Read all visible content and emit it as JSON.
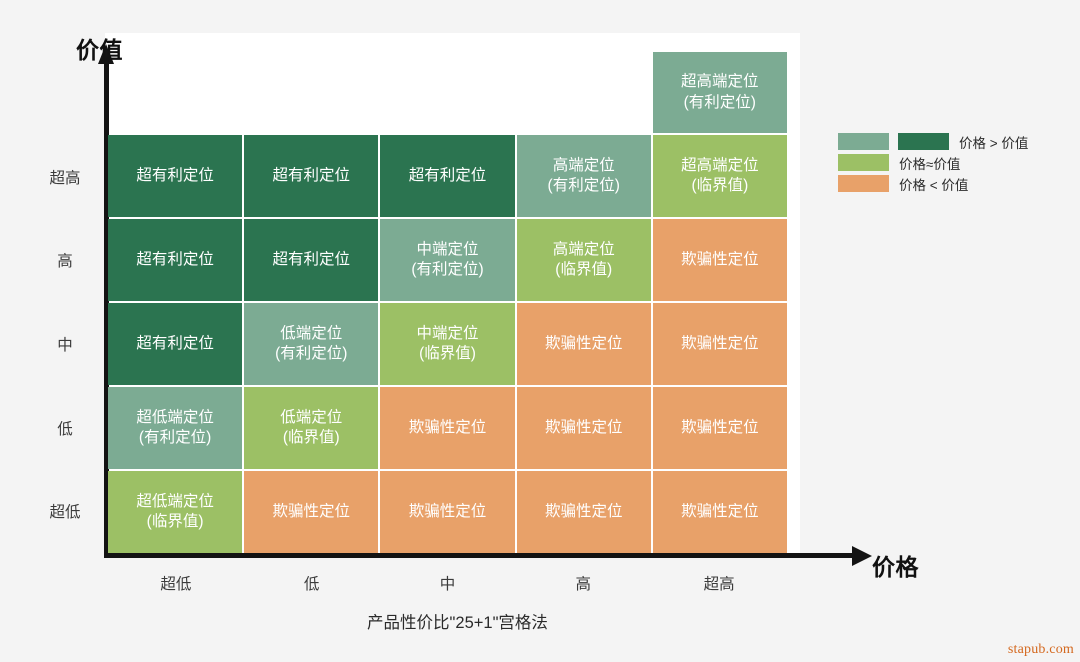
{
  "axes": {
    "y_title": "价值",
    "x_title": "价格",
    "y_ticks": [
      "超高",
      "高",
      "中",
      "低",
      "超低"
    ],
    "x_ticks": [
      "超低",
      "低",
      "中",
      "高",
      "超高"
    ]
  },
  "caption": "产品性价比\"25+1\"宫格法",
  "watermark": "stapub.com",
  "colors": {
    "dark_green": "#2b7450",
    "sage_green": "#7cab93",
    "light_green": "#9cc065",
    "orange": "#e8a169",
    "panel": "#ffffff",
    "background": "#f4f4f4",
    "axis": "#131313"
  },
  "legend": {
    "rows": [
      {
        "swatches": [
          "#7cab93",
          "#2b7450"
        ],
        "label": "价格 > 价值"
      },
      {
        "swatches": [
          "#9cc065"
        ],
        "label": "价格≈价值"
      },
      {
        "swatches": [
          "#e8a169"
        ],
        "label": "价格 < 价值"
      }
    ]
  },
  "plus_one_cell": {
    "label": "超高端定位\n(有利定位)",
    "line1": "超高端定位",
    "line2": "(有利定位)",
    "color": "#7cab93"
  },
  "chart_data": {
    "type": "heatmap",
    "title": "产品性价比\"25+1\"宫格法",
    "xlabel": "价格",
    "ylabel": "价值",
    "xtick_labels": [
      "超低",
      "低",
      "中",
      "高",
      "超高"
    ],
    "ytick_labels": [
      "超高",
      "高",
      "中",
      "低",
      "超低"
    ],
    "legend_position": "right",
    "grid": true,
    "category_colors": {
      "价格 > 价值 (深)": "#2b7450",
      "价格 > 价值 (浅)": "#7cab93",
      "价格≈价值": "#9cc065",
      "价格 < 价值": "#e8a169"
    },
    "cells": [
      [
        {
          "line1": "超有利定位",
          "line2": "",
          "color": "#2b7450"
        },
        {
          "line1": "超有利定位",
          "line2": "",
          "color": "#2b7450"
        },
        {
          "line1": "超有利定位",
          "line2": "",
          "color": "#2b7450"
        },
        {
          "line1": "高端定位",
          "line2": "(有利定位)",
          "color": "#7cab93"
        },
        {
          "line1": "超高端定位",
          "line2": "(临界值)",
          "color": "#9cc065"
        }
      ],
      [
        {
          "line1": "超有利定位",
          "line2": "",
          "color": "#2b7450"
        },
        {
          "line1": "超有利定位",
          "line2": "",
          "color": "#2b7450"
        },
        {
          "line1": "中端定位",
          "line2": "(有利定位)",
          "color": "#7cab93"
        },
        {
          "line1": "高端定位",
          "line2": "(临界值)",
          "color": "#9cc065"
        },
        {
          "line1": "欺骗性定位",
          "line2": "",
          "color": "#e8a169"
        }
      ],
      [
        {
          "line1": "超有利定位",
          "line2": "",
          "color": "#2b7450"
        },
        {
          "line1": "低端定位",
          "line2": "(有利定位)",
          "color": "#7cab93"
        },
        {
          "line1": "中端定位",
          "line2": "(临界值)",
          "color": "#9cc065"
        },
        {
          "line1": "欺骗性定位",
          "line2": "",
          "color": "#e8a169"
        },
        {
          "line1": "欺骗性定位",
          "line2": "",
          "color": "#e8a169"
        }
      ],
      [
        {
          "line1": "超低端定位",
          "line2": "(有利定位)",
          "color": "#7cab93"
        },
        {
          "line1": "低端定位",
          "line2": "(临界值)",
          "color": "#9cc065"
        },
        {
          "line1": "欺骗性定位",
          "line2": "",
          "color": "#e8a169"
        },
        {
          "line1": "欺骗性定位",
          "line2": "",
          "color": "#e8a169"
        },
        {
          "line1": "欺骗性定位",
          "line2": "",
          "color": "#e8a169"
        }
      ],
      [
        {
          "line1": "超低端定位",
          "line2": "(临界值)",
          "color": "#9cc065"
        },
        {
          "line1": "欺骗性定位",
          "line2": "",
          "color": "#e8a169"
        },
        {
          "line1": "欺骗性定位",
          "line2": "",
          "color": "#e8a169"
        },
        {
          "line1": "欺骗性定位",
          "line2": "",
          "color": "#e8a169"
        },
        {
          "line1": "欺骗性定位",
          "line2": "",
          "color": "#e8a169"
        }
      ]
    ],
    "extra_cell": {
      "row": -1,
      "col": 4,
      "line1": "超高端定位",
      "line2": "(有利定位)",
      "color": "#7cab93"
    }
  }
}
